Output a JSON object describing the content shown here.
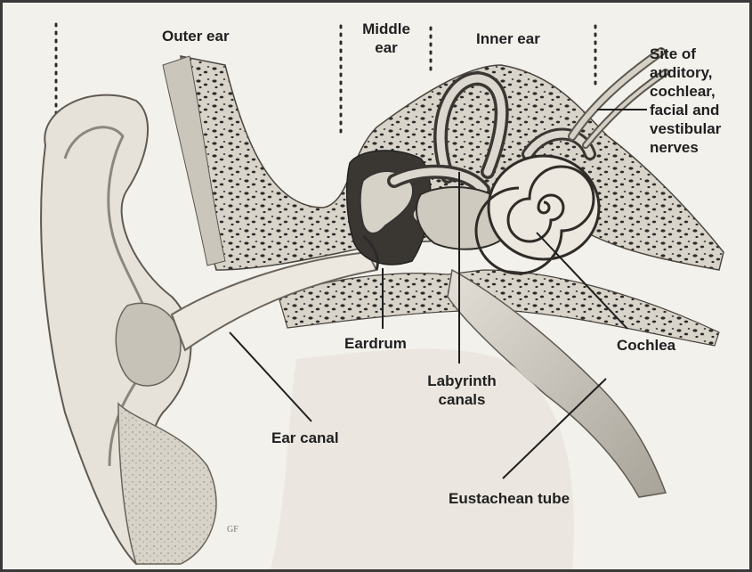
{
  "section_labels": {
    "outer_ear": "Outer ear",
    "middle_ear_line1": "Middle",
    "middle_ear_line2": "ear",
    "inner_ear": "Inner ear"
  },
  "callouts": {
    "nerves_line1": "Site of",
    "nerves_line2": "auditory,",
    "nerves_line3": "cochlear,",
    "nerves_line4": "facial and",
    "nerves_line5": "vestibular",
    "nerves_line6": "nerves",
    "eardrum": "Eardrum",
    "labyrinth_line1": "Labyrinth",
    "labyrinth_line2": "canals",
    "cochlea": "Cochlea",
    "ear_canal": "Ear canal",
    "eustachian_tube": "Eustachean tube"
  },
  "artist_initials": "GF",
  "colors": {
    "background": "#f3f1ec",
    "tissue": "#e2ded6",
    "shading": "#b9b4aa",
    "bone_speckle": "#2b2b2b",
    "ink": "#1f1f1f"
  }
}
